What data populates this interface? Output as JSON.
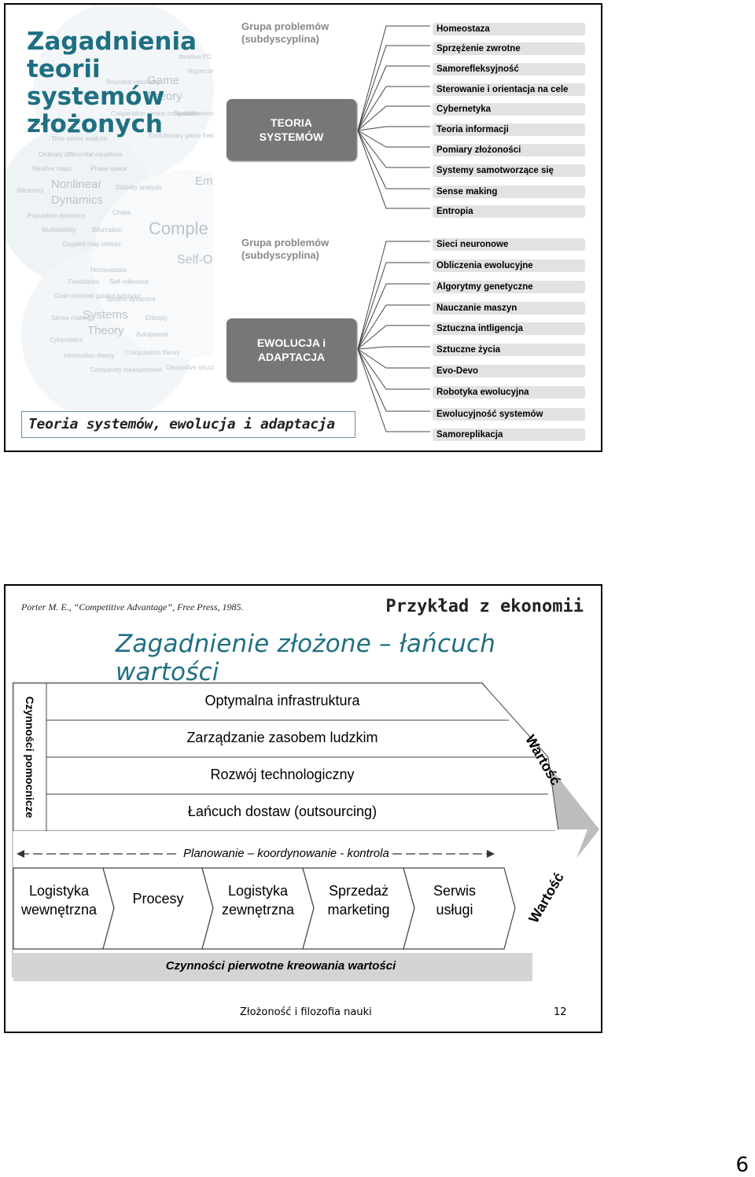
{
  "slide1": {
    "title_lines": [
      "Zagadnienia",
      "teorii",
      "systemów",
      "złożonych"
    ],
    "background_words": [
      "Game",
      "Theory",
      "Nonlinear",
      "Dynamics",
      "Systems",
      "Theory",
      "Comple",
      "Self-O",
      "Em",
      "Iterative maps",
      "Phase space",
      "Attractors",
      "Stability analysis",
      "Population dynamics",
      "Chaos",
      "Multistability",
      "Bifurcation",
      "Coupled map lattices",
      "Homeostasis",
      "Feedbacks",
      "Self-reference",
      "Goal-oriented/ guided behavior",
      "System dynamics",
      "Sense making",
      "Entropy",
      "Cybernetics",
      "Autopoiesis",
      "Information theory",
      "Computation theory",
      "Complexity measurement",
      "Dissipative structures",
      "Bounded rationality",
      "Cooperation versus competition",
      "Spatial/network game theory",
      "Evolutionary game theory",
      "Ordinary differential equations",
      "Time series analysis",
      "Iterative PD",
      "Hypercomm"
    ],
    "groups": [
      {
        "label": "Grupa problemów (subdyscyplina)",
        "center": "TEORIA SYSTEMÓW",
        "items": [
          "Homeostaza",
          "Sprzężenie zwrotne",
          "Samorefleksyjność",
          "Sterowanie i orientacja na cele",
          "Cybernetyka",
          "Teoria informacji",
          "Pomiary złożoności",
          "Systemy samotworzące się",
          "Sense making",
          "Entropia"
        ]
      },
      {
        "label": "Grupa problemów (subdyscyplina)",
        "center": "EWOLUCJA i ADAPTACJA",
        "items": [
          "Sieci neuronowe",
          "Obliczenia ewolucyjne",
          "Algorytmy genetyczne",
          "Nauczanie maszyn",
          "Sztuczna intligencja",
          "Sztuczne życia",
          "Evo-Devo",
          "Robotyka ewolucyjna",
          "Ewolucyjność systemów",
          "Samoreplikacja"
        ]
      }
    ],
    "subtitle": "Teoria systemów, ewolucja i adaptacja"
  },
  "slide2": {
    "reference": "Porter M. E., “Competitive Advantage”, Free Press, 1985.",
    "example_label": "Przykład z ekonomii",
    "title": "Zagadnienie złożone – łańcuch wartości",
    "support_label": "Czynności pomocnicze",
    "support_activities": [
      "Optymalna infrastruktura",
      "Zarządzanie zasobem ludzkim",
      "Rozwój technologiczny",
      "Łańcuch dostaw (outsourcing)"
    ],
    "planning_line": "Planowanie – koordynowanie - kontrola",
    "primary_activities": [
      [
        "Logistyka",
        "wewnętrzna"
      ],
      [
        "Procesy"
      ],
      [
        "Logistyka",
        "zewnętrzna"
      ],
      [
        "Sprzedaż",
        "marketing"
      ],
      [
        "Serwis",
        "usługi"
      ]
    ],
    "value_label_top": "Wartość",
    "value_label_bottom": "Wartość",
    "primary_label": "Czynności pierwotne kreowania wartości",
    "footer_text": "Złożoność i filozofia nauki",
    "slide_number": "12"
  },
  "page_number": "6"
}
